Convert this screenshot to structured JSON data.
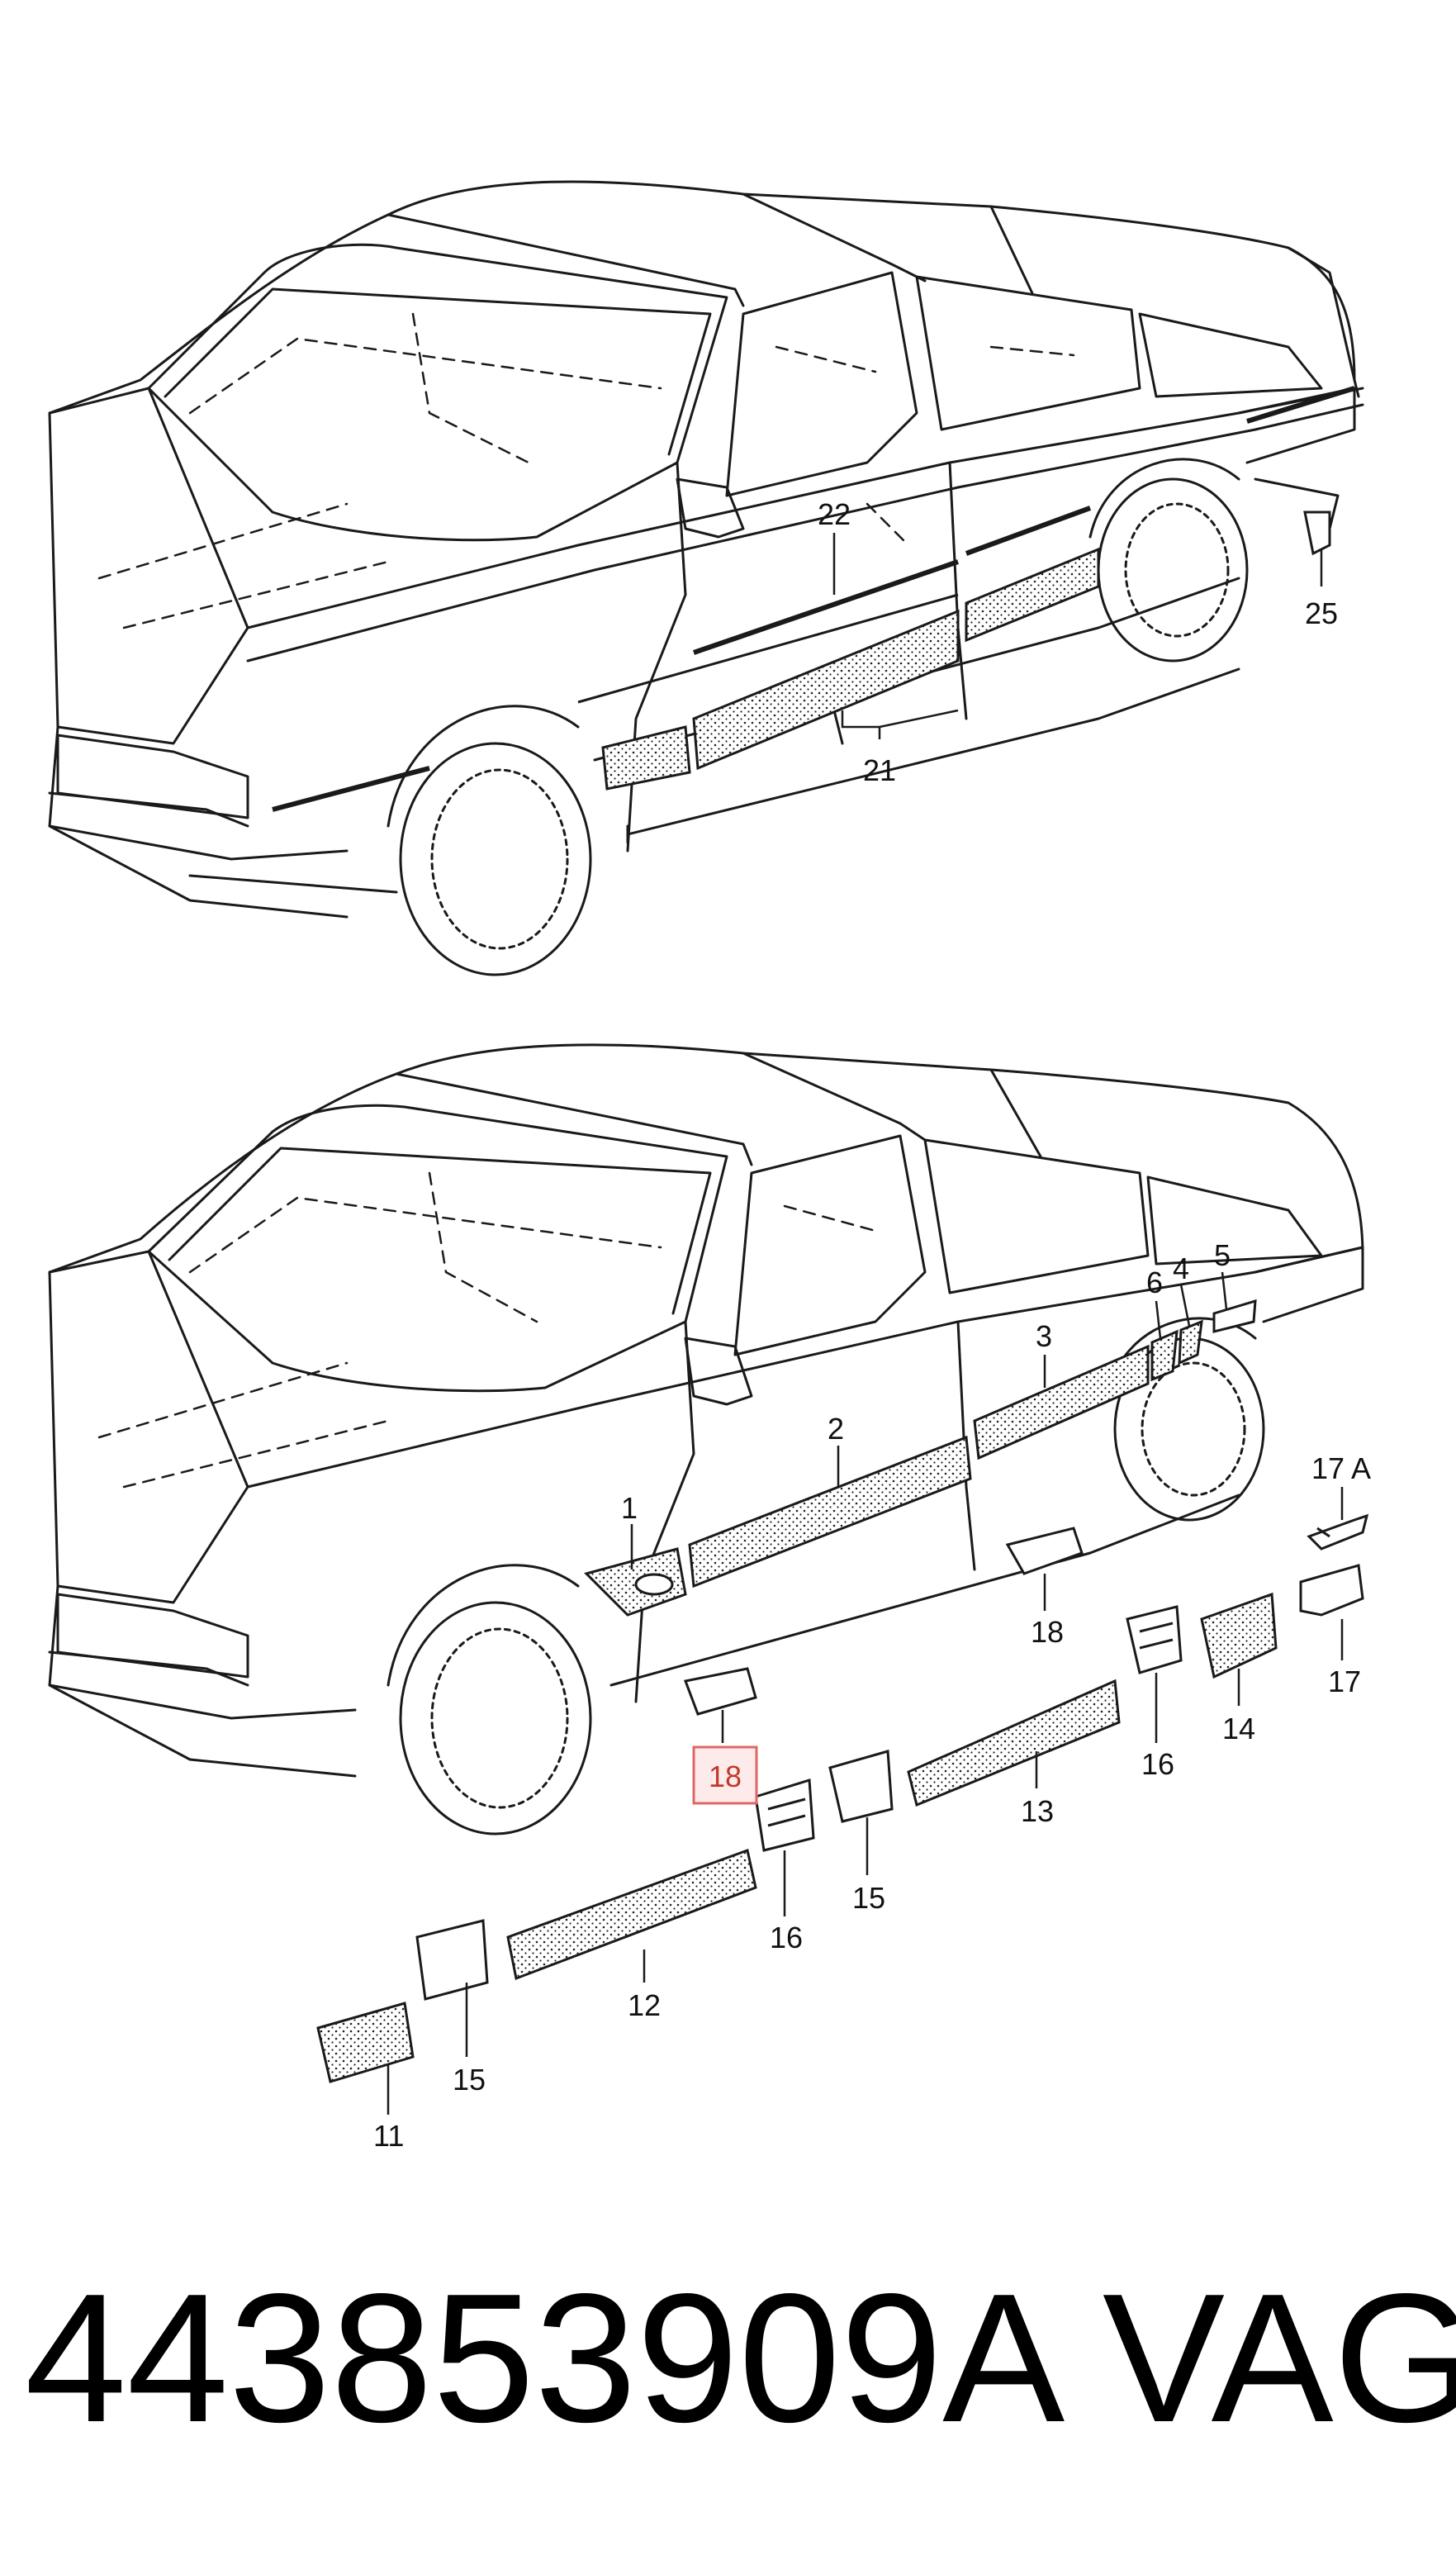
{
  "diagram": {
    "title": "",
    "callouts_top": [
      "22",
      "21",
      "25"
    ],
    "callouts_bottom": [
      "1",
      "2",
      "3",
      "6",
      "4",
      "5",
      "17 A",
      "18",
      "17",
      "14",
      "16",
      "13",
      "15",
      "18",
      "16",
      "12",
      "15",
      "11"
    ],
    "highlighted_callout": "18"
  },
  "footer": {
    "part_number": "443853909A",
    "manufacturer": "VAG"
  },
  "colors": {
    "line": "#1a1a1a",
    "highlight": "#e06666",
    "background": "#ffffff"
  }
}
